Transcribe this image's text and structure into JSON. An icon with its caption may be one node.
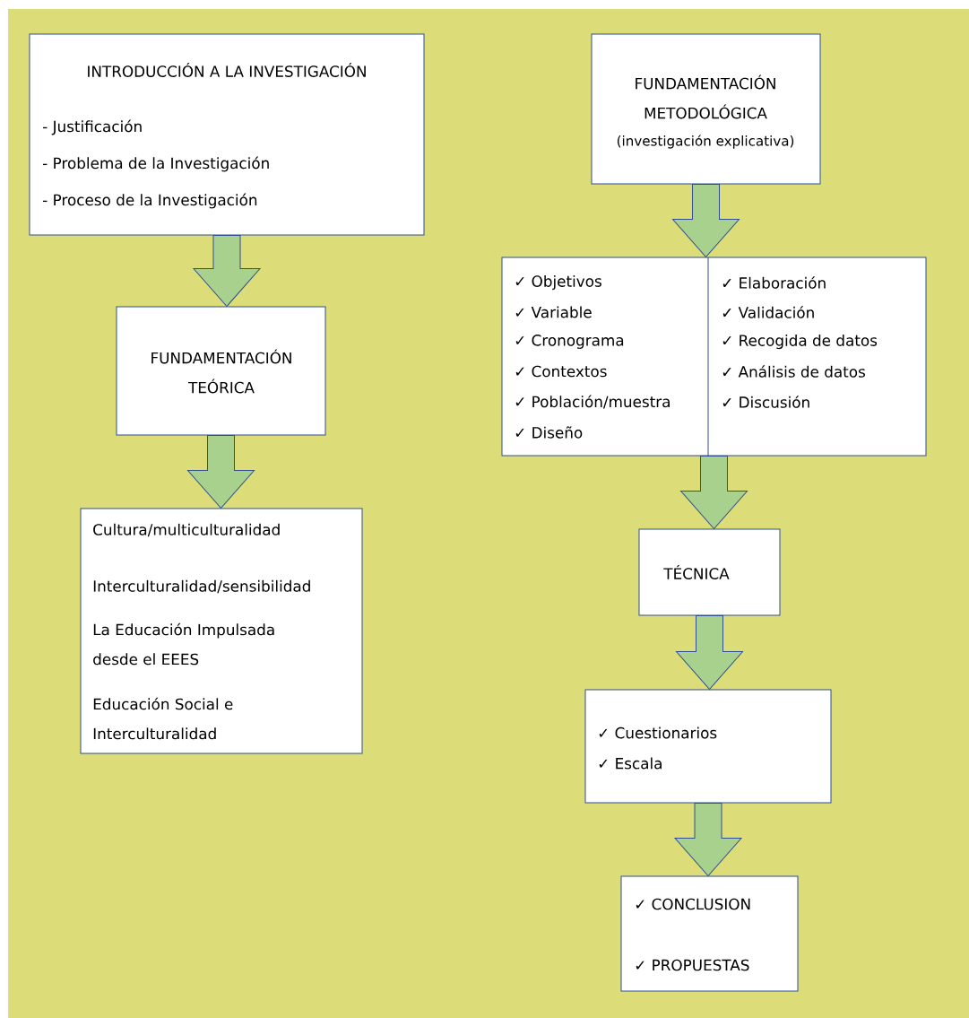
{
  "diagram": {
    "nodes": [
      {
        "text": [
          "INTRODUCCIÓN A LA INVESTIGACIÓN",
          "- Justificación",
          "- Problema de la Investigación",
          "- Proceso de la Investigación"
        ]
      },
      {
        "text": [
          "FUNDAMENTACIÓN TEÓRICA"
        ]
      },
      {
        "text": [
          "Cultura/multiculturalidad",
          "Interculturalidad/sensibilidad",
          "La Educación Impulsada desde el EEES",
          "Educación Social e Interculturalidad"
        ]
      },
      {
        "text": [
          "FUNDAMENTACIÓN METODOLÓGICA",
          "(investigación explicativa)"
        ]
      },
      {
        "text": [
          "✓ Objetivos",
          "✓ Variable",
          "✓ Cronograma",
          "✓ Contextos",
          "✓ Población/muestra",
          "✓ Diseño",
          "✓ Elaboración",
          "✓ Validación",
          "✓ Recogida de datos",
          "✓ Análisis de datos",
          "✓ Discusión"
        ]
      },
      {
        "text": [
          "TÉCNICA"
        ]
      },
      {
        "text": [
          "✓ Cuestionarios",
          "✓ Escala"
        ]
      },
      {
        "text": [
          "✓ CONCLUSION",
          "✓ PROPUESTAS"
        ]
      }
    ],
    "edges": [
      {
        "from": 0,
        "to": 1,
        "arrow": "to"
      },
      {
        "from": 1,
        "to": 2,
        "arrow": "to"
      },
      {
        "from": 3,
        "to": 4,
        "arrow": "to"
      },
      {
        "from": 4,
        "to": 5,
        "arrow": "to"
      },
      {
        "from": 5,
        "to": 6,
        "arrow": "to"
      },
      {
        "from": 6,
        "to": 7,
        "arrow": "to"
      }
    ]
  }
}
